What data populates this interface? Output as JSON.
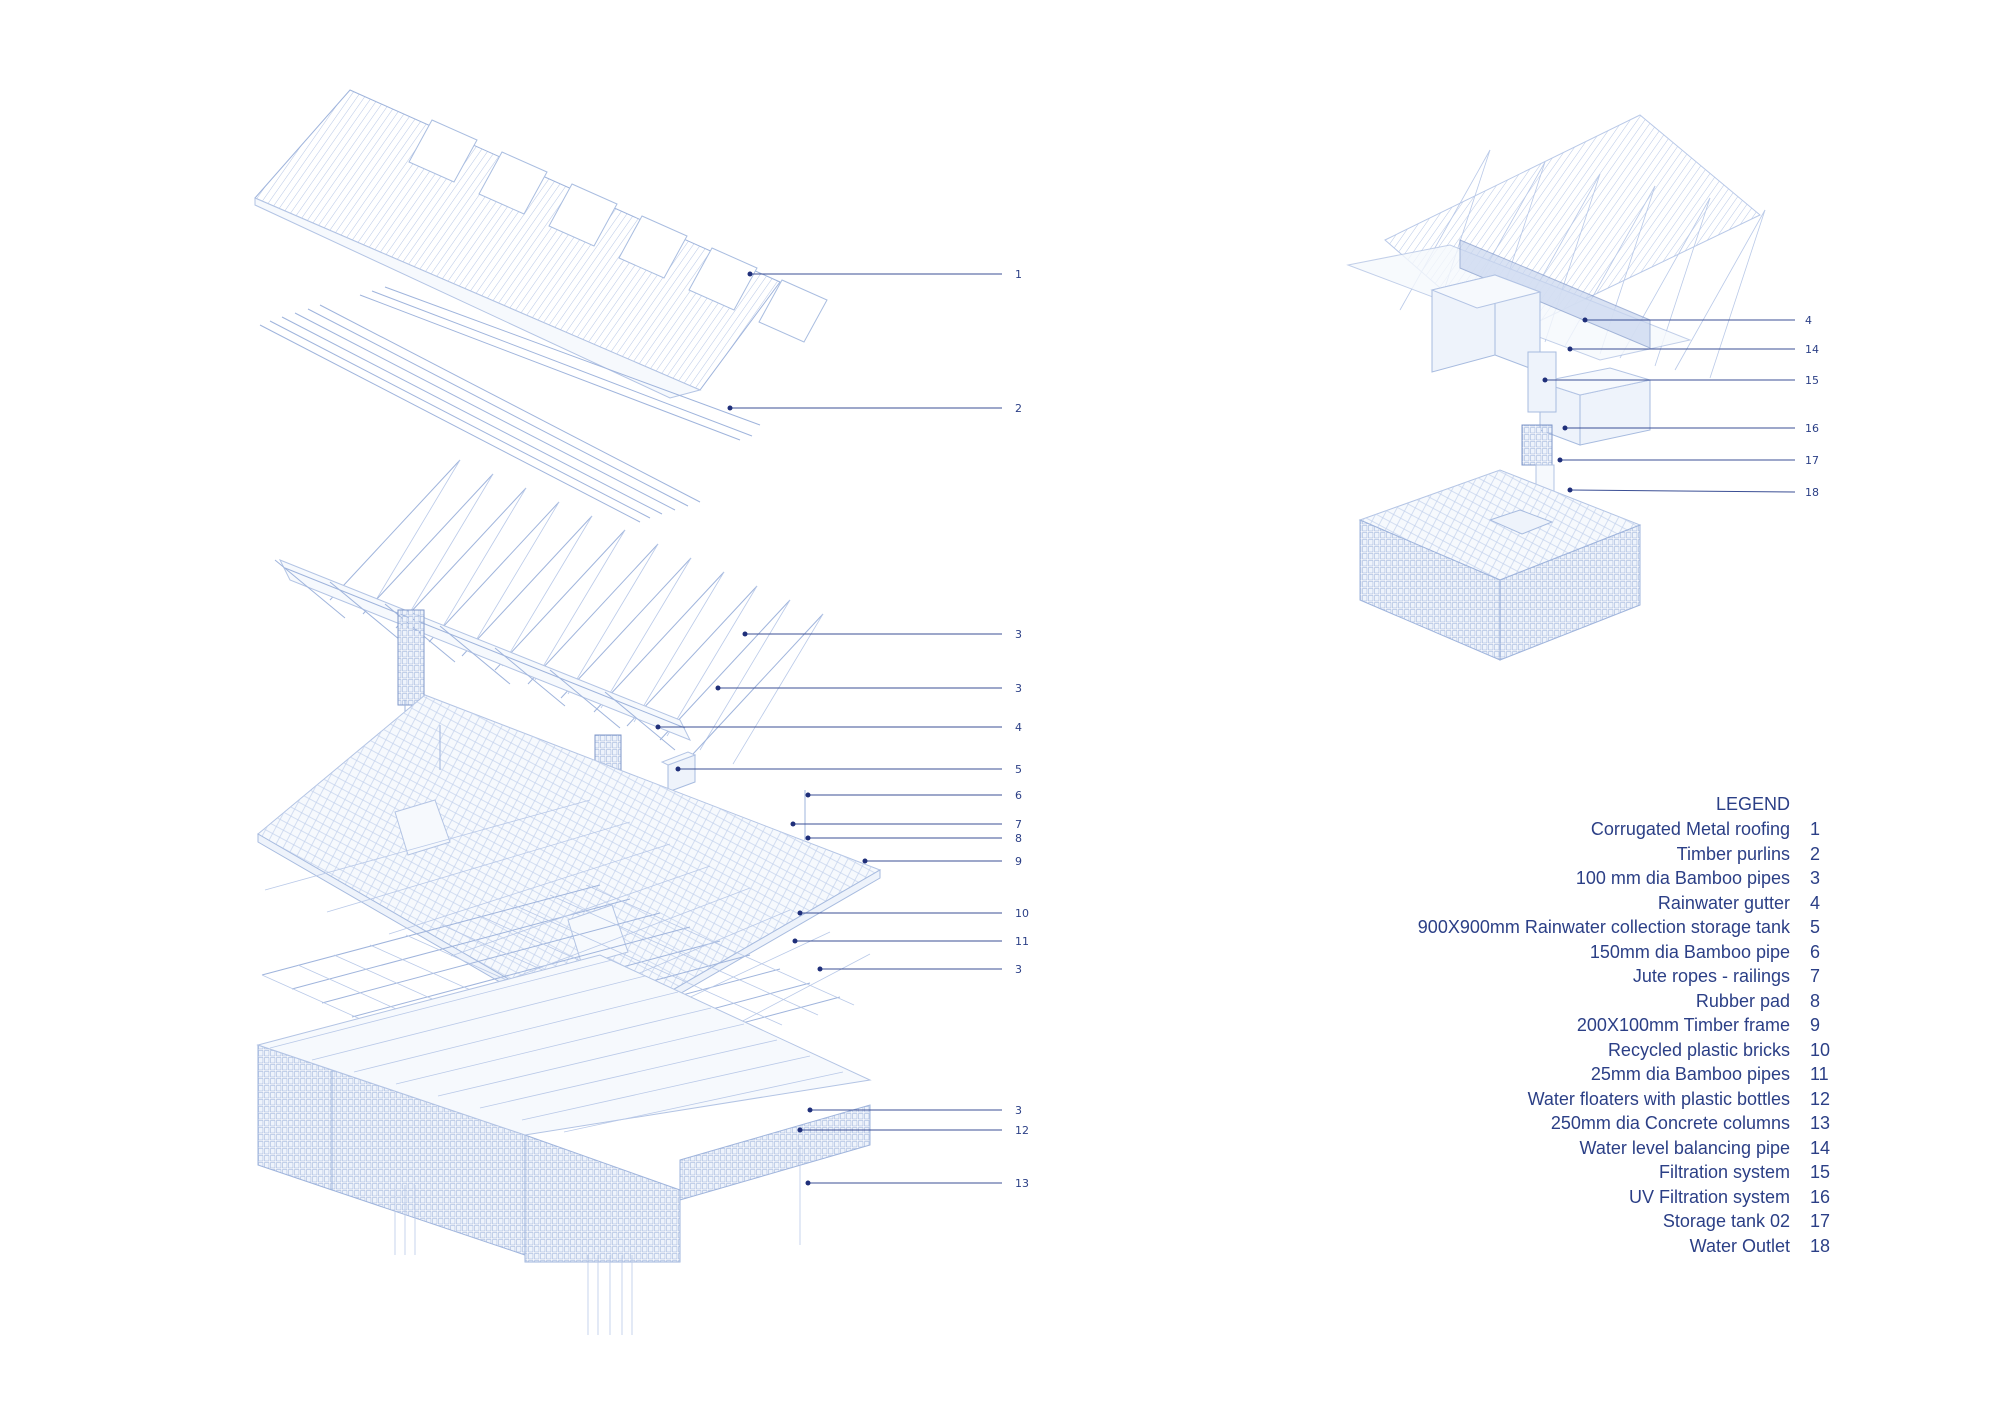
{
  "legend": {
    "title": "LEGEND",
    "items": [
      {
        "number": "1",
        "label": "Corrugated Metal roofing"
      },
      {
        "number": "2",
        "label": "Timber purlins"
      },
      {
        "number": "3",
        "label": "100 mm dia Bamboo pipes"
      },
      {
        "number": "4",
        "label": "Rainwater gutter"
      },
      {
        "number": "5",
        "label": "900X900mm Rainwater collection storage tank"
      },
      {
        "number": "6",
        "label": "150mm dia Bamboo pipe"
      },
      {
        "number": "7",
        "label": "Jute ropes - railings"
      },
      {
        "number": "8",
        "label": "Rubber pad"
      },
      {
        "number": "9",
        "label": "200X100mm Timber frame"
      },
      {
        "number": "10",
        "label": "Recycled plastic bricks"
      },
      {
        "number": "11",
        "label": "25mm dia Bamboo pipes"
      },
      {
        "number": "12",
        "label": "Water floaters with plastic bottles"
      },
      {
        "number": "13",
        "label": "250mm dia Concrete columns"
      },
      {
        "number": "14",
        "label": "Water level balancing pipe"
      },
      {
        "number": "15",
        "label": "Filtration system"
      },
      {
        "number": "16",
        "label": "UV Filtration system"
      },
      {
        "number": "17",
        "label": "Storage tank 02"
      },
      {
        "number": "18",
        "label": "Water Outlet"
      }
    ]
  },
  "callouts": {
    "exploded": [
      "1",
      "2",
      "3",
      "3",
      "4",
      "5",
      "6",
      "7",
      "8",
      "9",
      "10",
      "11",
      "3",
      "3",
      "12",
      "13"
    ],
    "detail": [
      "4",
      "14",
      "15",
      "16",
      "17",
      "18"
    ]
  },
  "colors": {
    "linework": "#9fb4dc",
    "text": "#2b3f86",
    "leader": "#3b4f95"
  }
}
